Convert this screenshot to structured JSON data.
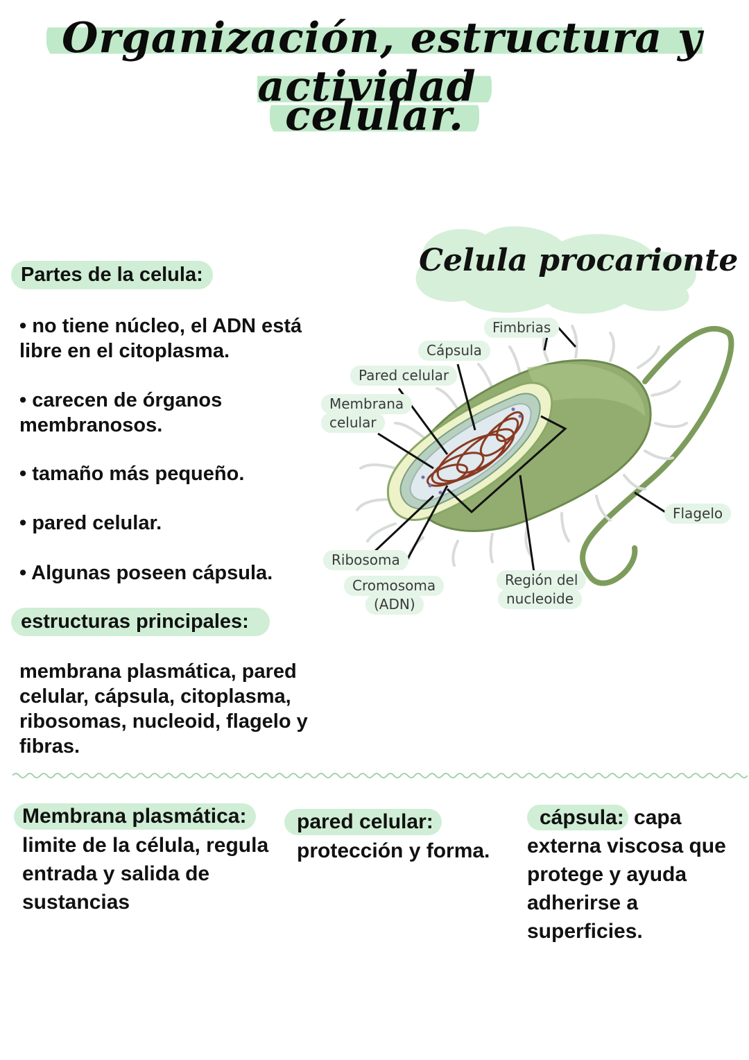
{
  "title": {
    "line1": "Organización, estructura  y actividad",
    "line2": "celular."
  },
  "parts": {
    "heading": "Partes de la celula:",
    "bullets": [
      "• no tiene núcleo, el ADN está libre en el citoplasma.",
      "• carecen de órganos membranosos.",
      "• tamaño más pequeño.",
      "• pared celular.",
      "• Algunas poseen cápsula."
    ]
  },
  "structures": {
    "heading": "estructuras principales:",
    "text": "membrana plasmática, pared celular, cápsula, citoplasma, ribosomas, nucleoid, flagelo y fibras."
  },
  "diagram": {
    "title": "Celula procarionte",
    "labels": {
      "fimbrias": "Fimbrias",
      "capsula": "Cápsula",
      "pared": "Pared celular",
      "membrana1": "Membrana",
      "membrana2": "celular",
      "flagelo": "Flagelo",
      "ribosoma": "Ribosoma",
      "cromosoma1": "Cromosoma",
      "cromosoma2": "(ADN)",
      "region1": "Región del",
      "region2": "nucleoide"
    }
  },
  "bottom": {
    "membrana": {
      "title": "Membrana plasmática:",
      "text": "limite de la célula, regula entrada y salida de sustancias"
    },
    "pared": {
      "title": "pared celular:",
      "text": "protección y forma."
    },
    "capsula": {
      "title": "cápsula:",
      "text": " capa externa viscosa que protege y ayuda adherirse a superficies."
    }
  },
  "colors": {
    "highlight": "#cfeed5",
    "cell_outer": "#8faa6a",
    "cell_dark": "#5f7d45",
    "dna": "#8a3a22"
  }
}
